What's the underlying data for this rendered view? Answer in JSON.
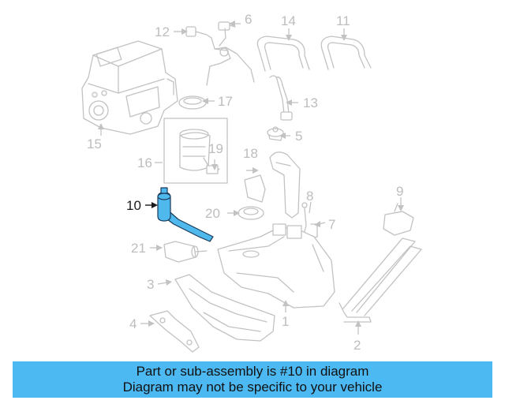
{
  "diagram": {
    "highlighted_callout": "10",
    "callouts": [
      "1",
      "2",
      "3",
      "4",
      "5",
      "6",
      "7",
      "8",
      "9",
      "11",
      "12",
      "13",
      "14",
      "15",
      "16",
      "17",
      "18",
      "19",
      "20",
      "21"
    ],
    "colors": {
      "part_line": "#c2c2c2",
      "callout_text": "#bdbdbd",
      "highlight_fill": "#4fb8ec",
      "highlight_text": "#1a1a1a",
      "banner": "#4db9f3"
    }
  },
  "banner": {
    "line1": "Part or sub-assembly is #10 in diagram",
    "line2": "Diagram may not be specific to your vehicle"
  }
}
